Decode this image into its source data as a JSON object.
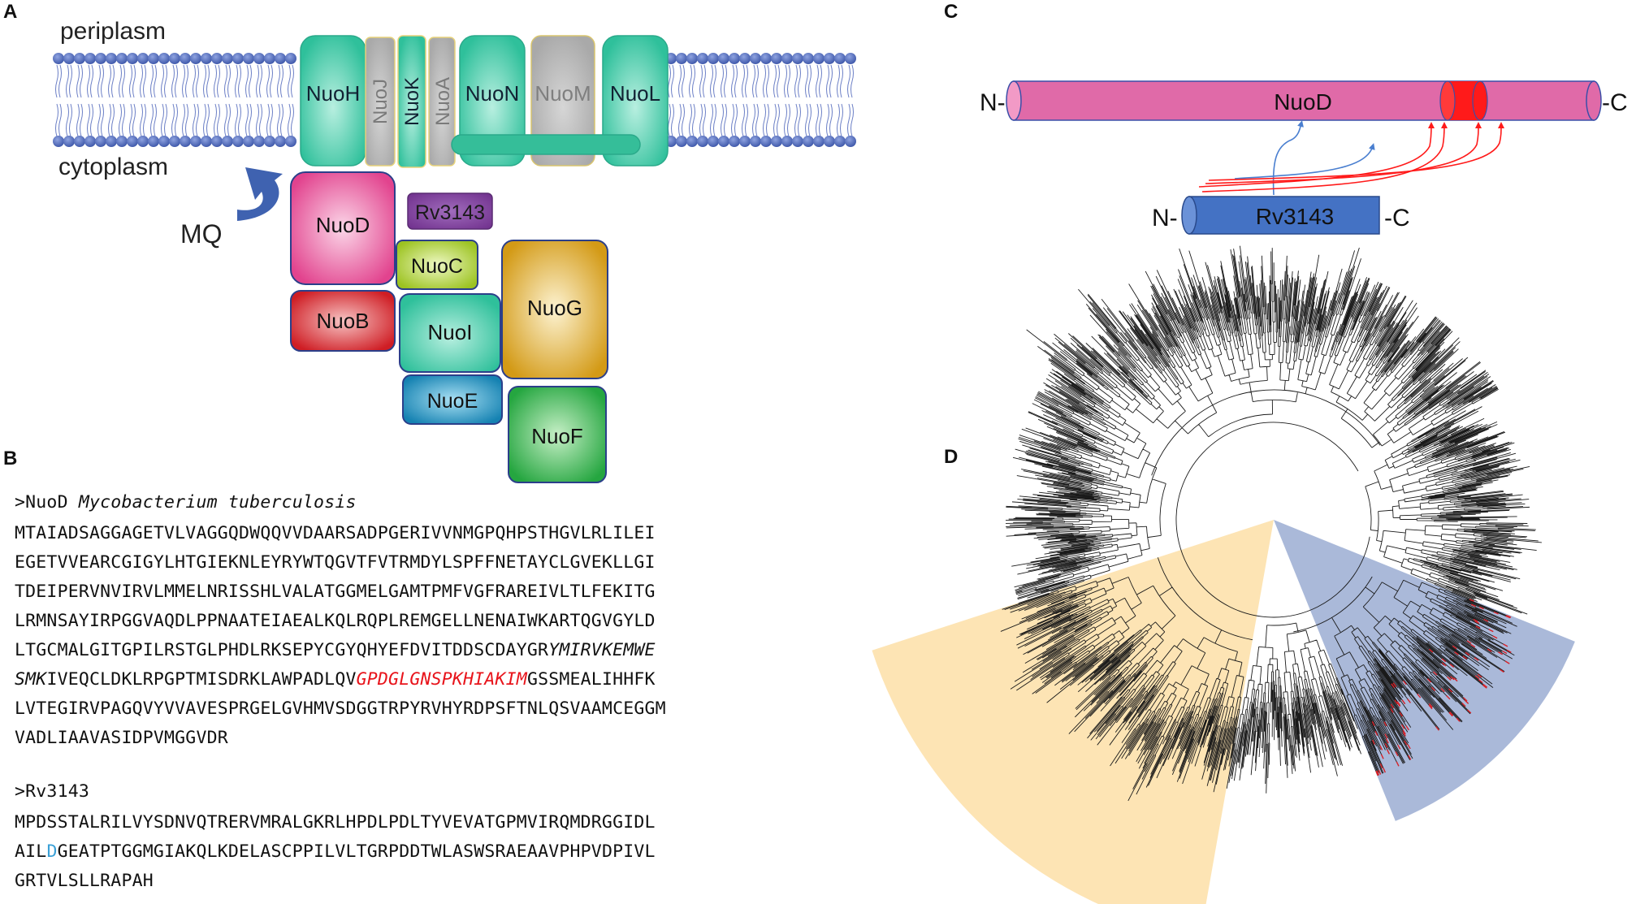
{
  "panels": {
    "a": "A",
    "b": "B",
    "c": "C",
    "d": "D"
  },
  "panel_a": {
    "periplasm": "periplasm",
    "cytoplasm": "cytoplasm",
    "mq": "MQ",
    "membrane_subunits": [
      "NuoH",
      "NuoJ",
      "NuoK",
      "NuoA",
      "NuoN",
      "NuoM",
      "NuoL"
    ],
    "soluble_subunits": {
      "nuod": "NuoD",
      "rv3143": "Rv3143",
      "nuoc": "NuoC",
      "nuog": "NuoG",
      "nuob": "NuoB",
      "nuoi": "NuoI",
      "nuoe": "NuoE",
      "nuof": "NuoF"
    },
    "colors": {
      "teal": "#3ec9a6",
      "grey": "#b9b9b9",
      "pink": "#e8559c",
      "purple": "#7b3b9a",
      "lime": "#a6cc2a",
      "gold": "#d9a31f",
      "red": "#d8232a",
      "blue": "#1a8dbd",
      "green": "#2eb04a",
      "lipid_head": "#4a64b5"
    }
  },
  "panel_b": {
    "nuod_header_prefix": ">NuoD ",
    "nuod_header_species": "Mycobacterium tuberculosis",
    "nuod_lines": [
      "MTAIADSAGGAGETVLVAGGQDWQQVVDAARSADPGERIVVNMGPQHPSTHGVLRLILEI",
      "EGETVVEARCGIGYLHTGIEKNLEYRYWTQGVTFVTRMDYLSPFFNETAYCLGVEKLLGI",
      "TDEIPERVNVIRVLMMELNRISSHLVALATGGMELGAMTPMFVGFRAREIVLTLFEKITG",
      "LRMNSAYIRPGGVAQDLPPNAATEIAEALKQLRQPLREMGELLNENAIWKARTQGVGYLD"
    ],
    "nuod_line5_plain": "LTGCMALGITGPILRSTGLPHDLRKSEPYCGYQHYEFDVITDDSCDAYGR",
    "nuod_line5_italic": "YMIRVKEMWE",
    "nuod_line6_italic": "SMK",
    "nuod_line6_plain": "IVEQCLDKLRPGPTMISDRKLAWPADLQV",
    "nuod_line6_red": "GPDGLGNSPKHIAKIM",
    "nuod_line6_tail": "GSSMEALIHHFK",
    "nuod_tail_lines": [
      "LVTEGIRVPAGQVYVVAVESPRGELGVHMVSDGGTRPYRVHYRDPSFTNLQSVAAMCEGGM",
      "VADLIAAVASIDPVMGGVDR"
    ],
    "rv_header": ">Rv3143",
    "rv_line1": "MPDSSTALRILVYSDNVQTRERVMRALGKRLHPDLPDLTYVEVATGPMVIRQMDRGGIDL",
    "rv_line2_pre": "AIL",
    "rv_line2_blue": "D",
    "rv_line2_post": "GEATPTGGMGIAKQLKDELASCPPILVLTGRPDDTWLASWSRAEAAVPHPVDPIVL",
    "rv_line3": "GRTVLSLLRAPAH"
  },
  "panel_c": {
    "nuod_label": "NuoD",
    "rv3143_label": "Rv3143",
    "n_term": "N-",
    "c_term": "-C",
    "colors": {
      "nuod": "#e06aa8",
      "rv3143": "#4472c4",
      "highlight": "#ff1a1a",
      "blue_link": "#4a7fd0",
      "red_link": "#ff1a1a"
    }
  },
  "panel_d": {
    "colors": {
      "orange_sector": "#fde4b4",
      "blue_sector": "#aab9d9",
      "branch": "#1a1a1a",
      "red_tips": "#d8232a"
    }
  }
}
